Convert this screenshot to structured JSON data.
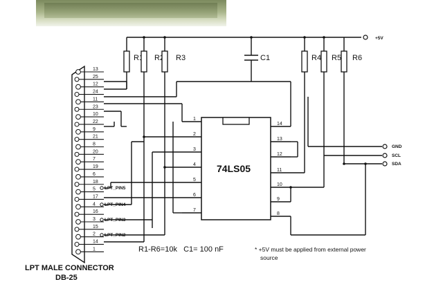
{
  "diagram": {
    "supply_label": "+5V",
    "signals": {
      "gnd": "GND",
      "scl": "SCL",
      "sda": "SDA"
    },
    "resistors": [
      "R1",
      "R2",
      "R3",
      "R4",
      "R5",
      "R6"
    ],
    "capacitor": "C1",
    "ic": {
      "name": "74LS05",
      "left_pins": [
        "1",
        "2",
        "3",
        "4",
        "5",
        "6",
        "7"
      ],
      "right_pins": [
        "14",
        "13",
        "12",
        "11",
        "10",
        "9",
        "8"
      ]
    },
    "connector": {
      "top_pins": [
        "13",
        "12",
        "11",
        "10",
        "9",
        "8",
        "7",
        "6",
        "5",
        "4",
        "3",
        "2",
        "1"
      ],
      "bottom_pins": [
        "25",
        "24",
        "23",
        "22",
        "21",
        "20",
        "19",
        "18",
        "17",
        "16",
        "15",
        "14"
      ],
      "lpt_labels": [
        "LPT_PIN5",
        "LPT_PIN4",
        "LPT_PIN3",
        "LPT_PIN2"
      ],
      "title_line1": "LPT MALE CONNECTOR",
      "title_line2": "DB-25"
    },
    "values_note": "R1-R6=10k   C1= 100 nF",
    "footnote_line1": "*  +5V must be applied from external power",
    "footnote_line2": "source"
  }
}
